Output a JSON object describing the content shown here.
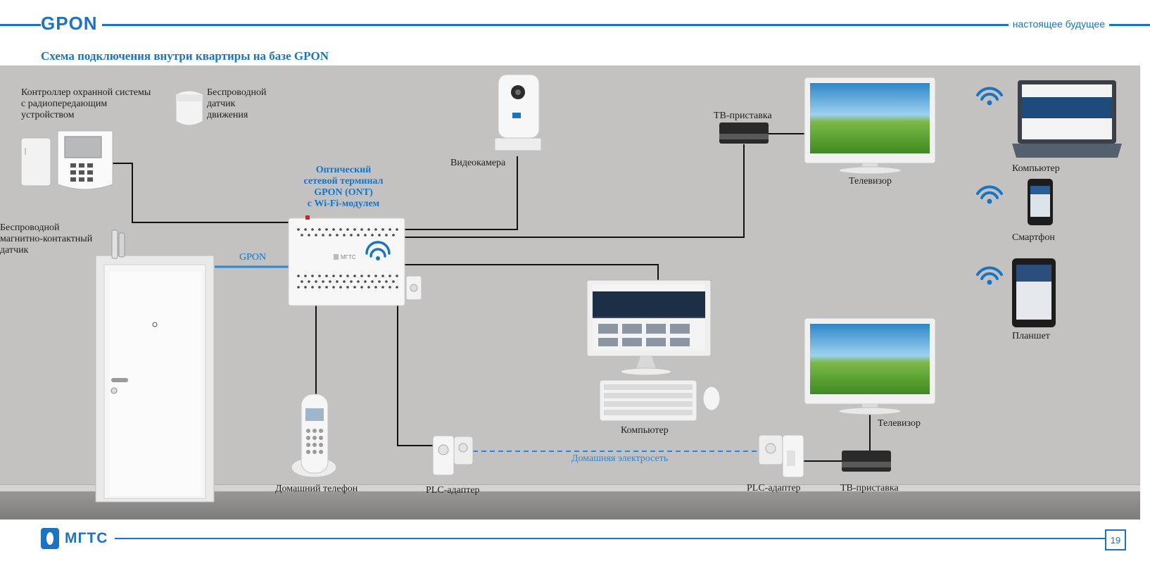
{
  "header": {
    "logo": "GPON",
    "tagline": "настоящее будущее",
    "title": "Схема подключения внутри квартиры на базе GPON"
  },
  "labels": {
    "alarm_controller": [
      "Контроллер охранной системы",
      "с радиопередающим",
      "устройством"
    ],
    "motion_sensor": [
      "Беспроводной",
      "датчик",
      "движения"
    ],
    "door_sensor": [
      "Беспроводной",
      "магнитно-контактный",
      "датчик"
    ],
    "ont": [
      "Оптический",
      "сетевой терминал",
      "GPON (ONT)",
      "с Wi-Fi-модулем"
    ],
    "gpon_link": "GPON",
    "camera": "Видеокамера",
    "stb_top": "ТВ-приставка",
    "tv_top": "Телевизор",
    "laptop": "Компьютер",
    "smartphone": "Смартфон",
    "tablet": "Планшет",
    "desktop": "Компьютер",
    "phone": "Домашний телефон",
    "plc_left": "PLC-адаптер",
    "powerline": "Домашняя электросеть",
    "plc_right": "PLC-адаптер",
    "stb_bottom": "ТВ-приставка",
    "tv_bottom": "Телевизор",
    "ont_brand": "МГТС"
  },
  "footer": {
    "logo": "МГТС",
    "page": "19"
  },
  "colors": {
    "accent": "#1a74c2",
    "wall": "#c4c2c1",
    "wire": "#111111"
  }
}
